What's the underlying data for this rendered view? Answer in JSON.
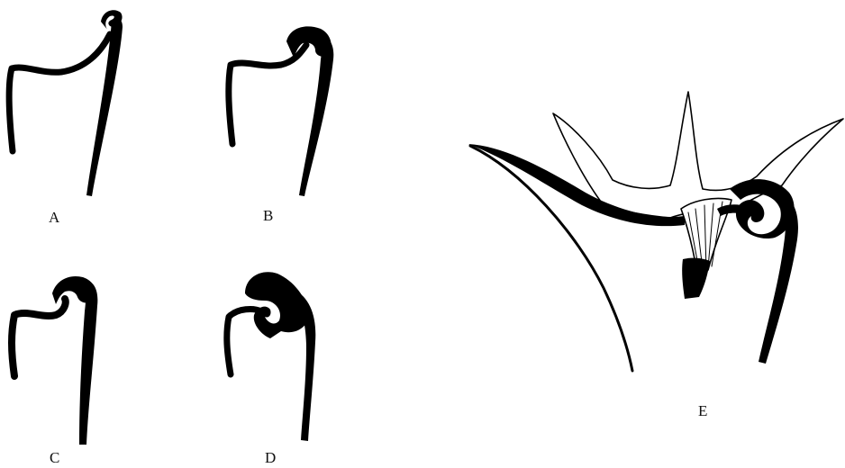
{
  "figure": {
    "panels": [
      {
        "id": "A",
        "label": "A"
      },
      {
        "id": "B",
        "label": "B"
      },
      {
        "id": "C",
        "label": "C"
      },
      {
        "id": "D",
        "label": "D"
      },
      {
        "id": "E",
        "label": "E"
      }
    ],
    "colors": {
      "ink": "#000000",
      "background": "#ffffff"
    }
  }
}
